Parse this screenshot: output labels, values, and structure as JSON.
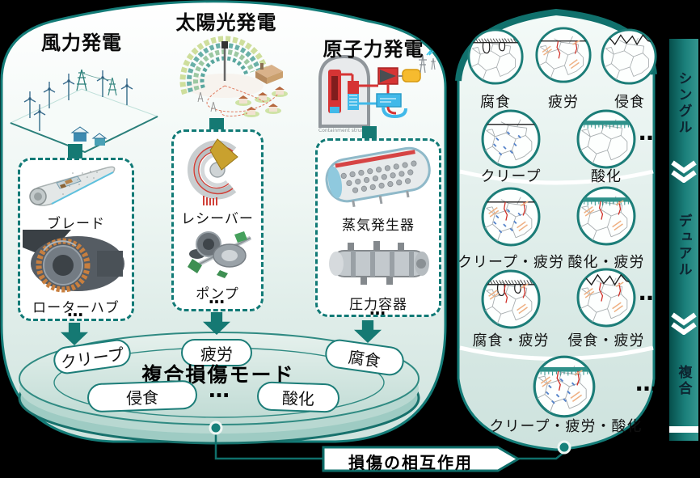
{
  "colors": {
    "background": "#000000",
    "teal_border": "#147c78",
    "teal_dark": "#0f6f6b",
    "teal_fill": "#157973",
    "panel_fill_top": "#ffffff",
    "panel_fill_bottom": "#cfe3de",
    "platter_top": "#d9eae5",
    "platter_rim": "#9ecbc3",
    "banner_dark": "#064f4c",
    "banner_light": "#35968f",
    "crack_red": "#d03028",
    "slip_orange": "#efb184",
    "creep_blue": "#5583c9",
    "oxide_teal": "#2f918a"
  },
  "left_panel": {
    "columns": [
      {
        "title": "風力発電",
        "illustration": "wind-farm",
        "components": [
          "ブレード",
          "ローターハブ"
        ],
        "ellipsis": "…",
        "damage": "クリープ"
      },
      {
        "title": "太陽光発電",
        "illustration": "solar-thermal-plant",
        "components": [
          "レシーバー",
          "ポンプ"
        ],
        "ellipsis": "…",
        "damage": "疲労"
      },
      {
        "title": "原子力発電",
        "illustration": "nuclear-plant",
        "caption": "Containment structure",
        "components": [
          "蒸気発生器",
          "圧力容器"
        ],
        "ellipsis": "…",
        "damage": "腐食"
      }
    ],
    "platter": {
      "title": "複合損傷モード",
      "pills": [
        "侵食",
        "酸化"
      ],
      "ellipsis": "…"
    }
  },
  "right_panel": {
    "groups": [
      {
        "band": "シングル",
        "ellipsis": "…",
        "items": [
          {
            "label": "腐食",
            "features": [
              "surface",
              "corrosion-hatch",
              "pits"
            ]
          },
          {
            "label": "疲労",
            "features": [
              "surface",
              "fatigue-cracks",
              "slip-bands"
            ]
          },
          {
            "label": "侵食",
            "features": [
              "erosion-surface"
            ]
          },
          {
            "label": "クリープ",
            "features": [
              "surface",
              "creep-voids"
            ]
          },
          {
            "label": "酸化",
            "features": [
              "surface",
              "oxide-layer"
            ]
          }
        ]
      },
      {
        "band": "デュアル",
        "ellipsis": "…",
        "items": [
          {
            "label": "クリープ・疲労",
            "features": [
              "surface",
              "creep-voids",
              "fatigue-cracks",
              "slip-bands"
            ]
          },
          {
            "label": "酸化・疲労",
            "features": [
              "surface",
              "oxide-layer",
              "fatigue-cracks",
              "slip-bands"
            ]
          },
          {
            "label": "腐食・疲労",
            "features": [
              "surface",
              "corrosion-hatch",
              "pits",
              "fatigue-cracks",
              "slip-bands"
            ]
          },
          {
            "label": "侵食・疲労",
            "features": [
              "erosion-surface",
              "fatigue-cracks",
              "slip-bands"
            ]
          }
        ]
      },
      {
        "band": "複合",
        "ellipsis": "…",
        "items": [
          {
            "label": "クリープ・疲労・酸化",
            "features": [
              "surface",
              "oxide-layer",
              "creep-voids",
              "fatigue-cracks",
              "slip-bands"
            ]
          }
        ]
      }
    ]
  },
  "footer": {
    "interaction_label": "損傷の相互作用"
  }
}
